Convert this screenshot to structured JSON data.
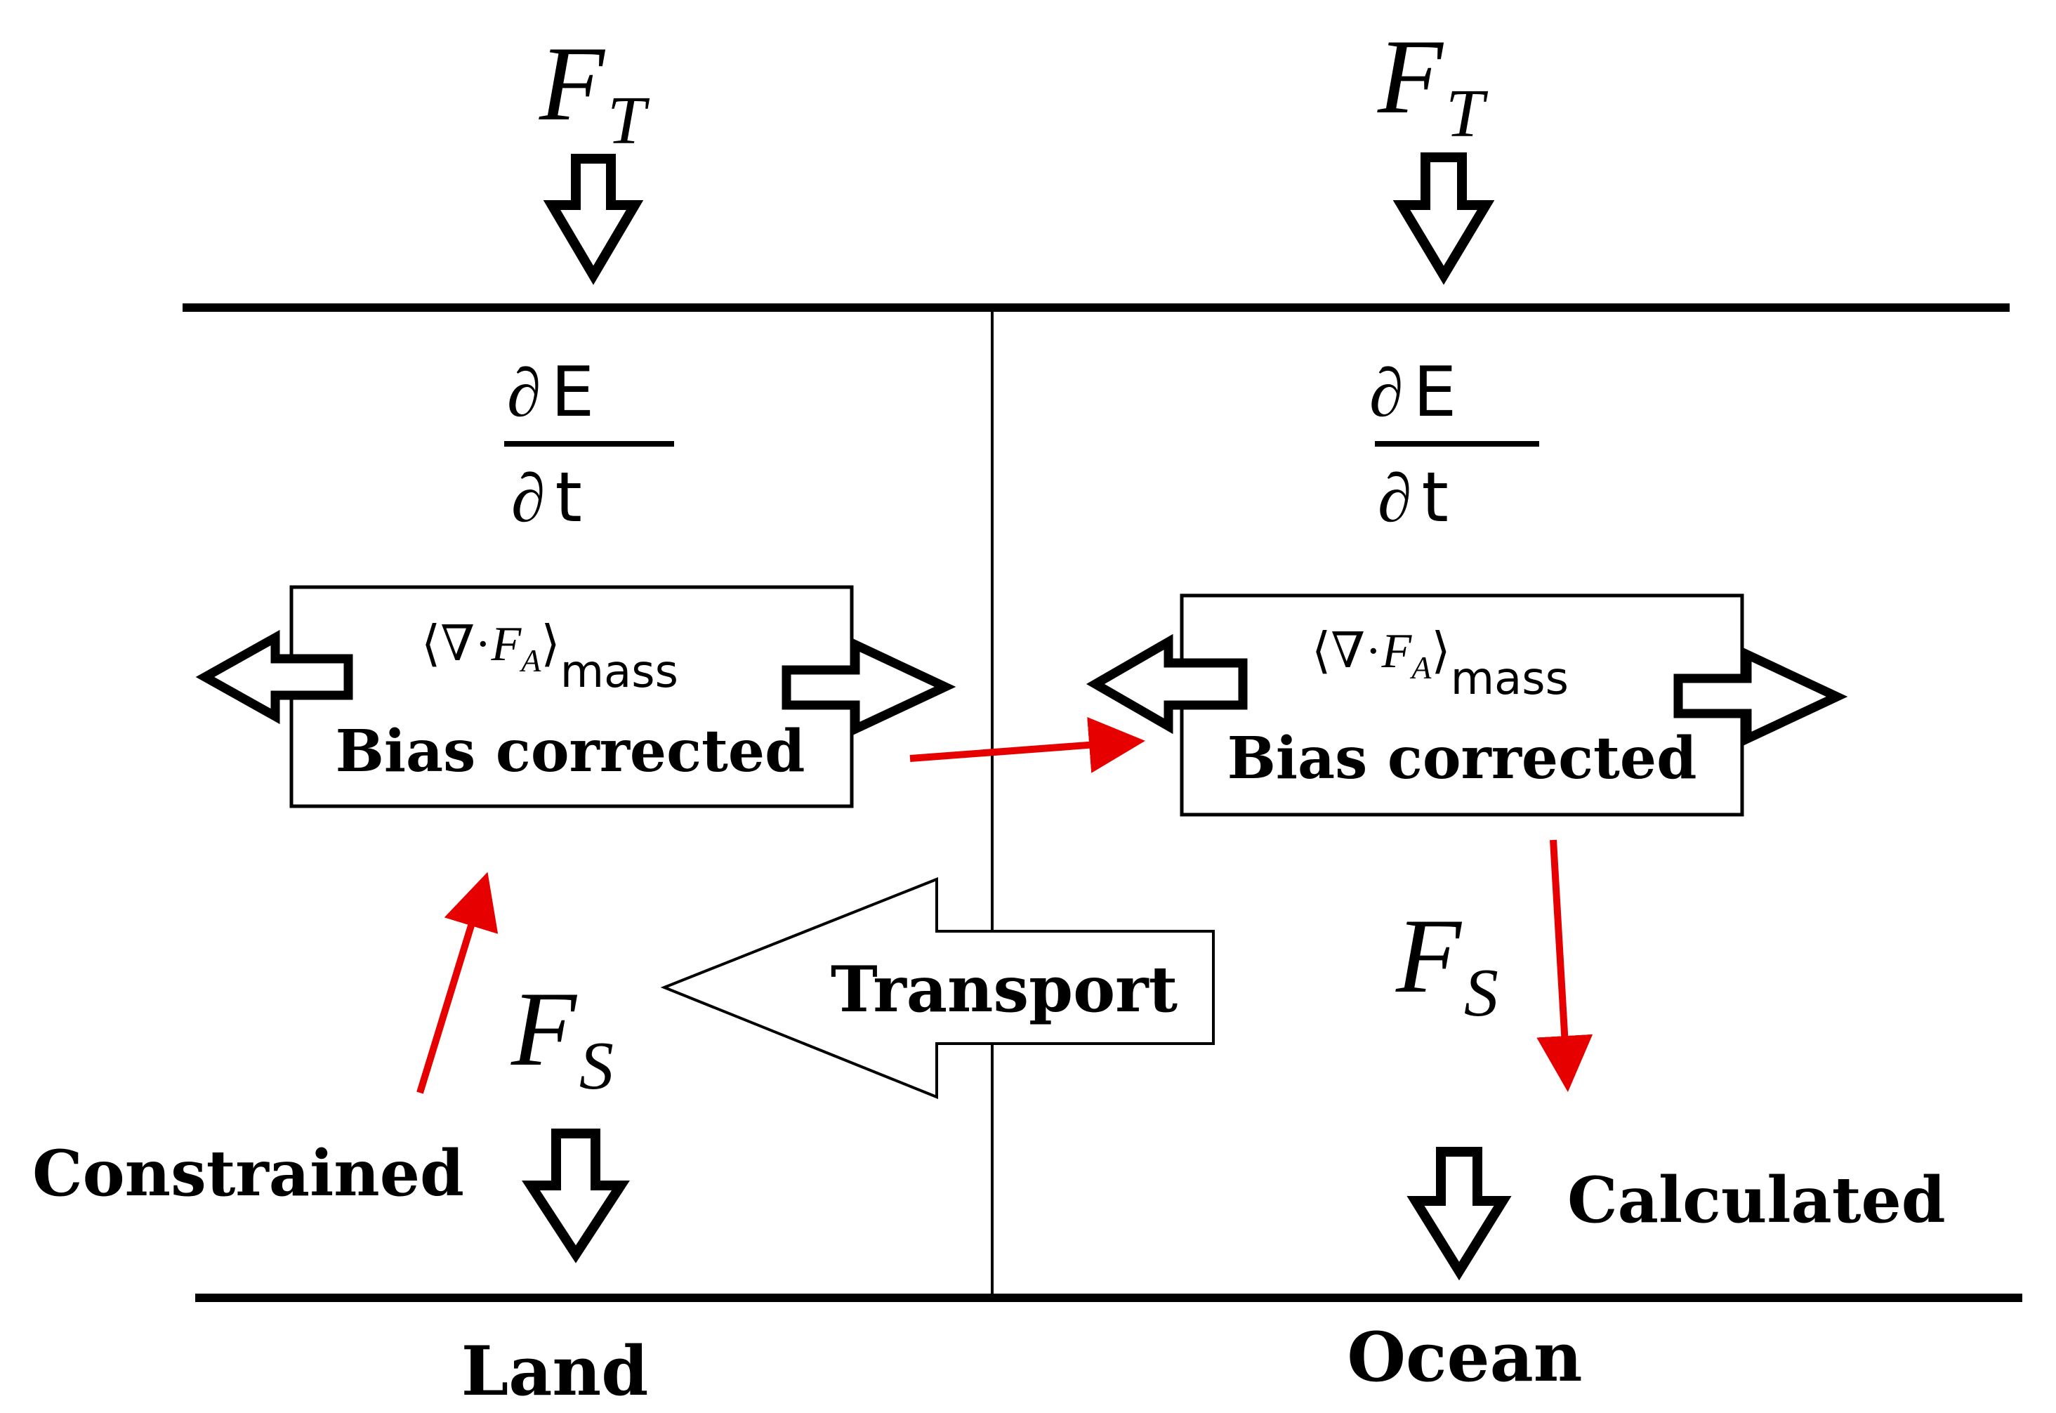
{
  "colors": {
    "ink": "#000000",
    "flow_arrow": "#e60000",
    "background": "#ffffff"
  },
  "flux": {
    "toa_symbol": "F",
    "toa_subscript": "T",
    "surface_symbol": "F",
    "surface_subscript": "S"
  },
  "storage": {
    "numerator_symbol": "∂",
    "numerator_var": "E",
    "denominator_symbol": "∂",
    "denominator_var": "t"
  },
  "divergence": {
    "open": "⟨∇·",
    "symbol": "F",
    "subscript": "A",
    "close": "⟩",
    "suffix": "mass"
  },
  "labels": {
    "box": "Bias corrected",
    "transport": "Transport",
    "constrained": "Constrained",
    "calculated": "Calculated",
    "land": "Land",
    "ocean": "Ocean"
  },
  "icons": {
    "down_arrow": "hollow-down-arrow-icon",
    "side_arrow": "hollow-side-arrow-icon",
    "flow": "red-flow-arrow-icon"
  }
}
